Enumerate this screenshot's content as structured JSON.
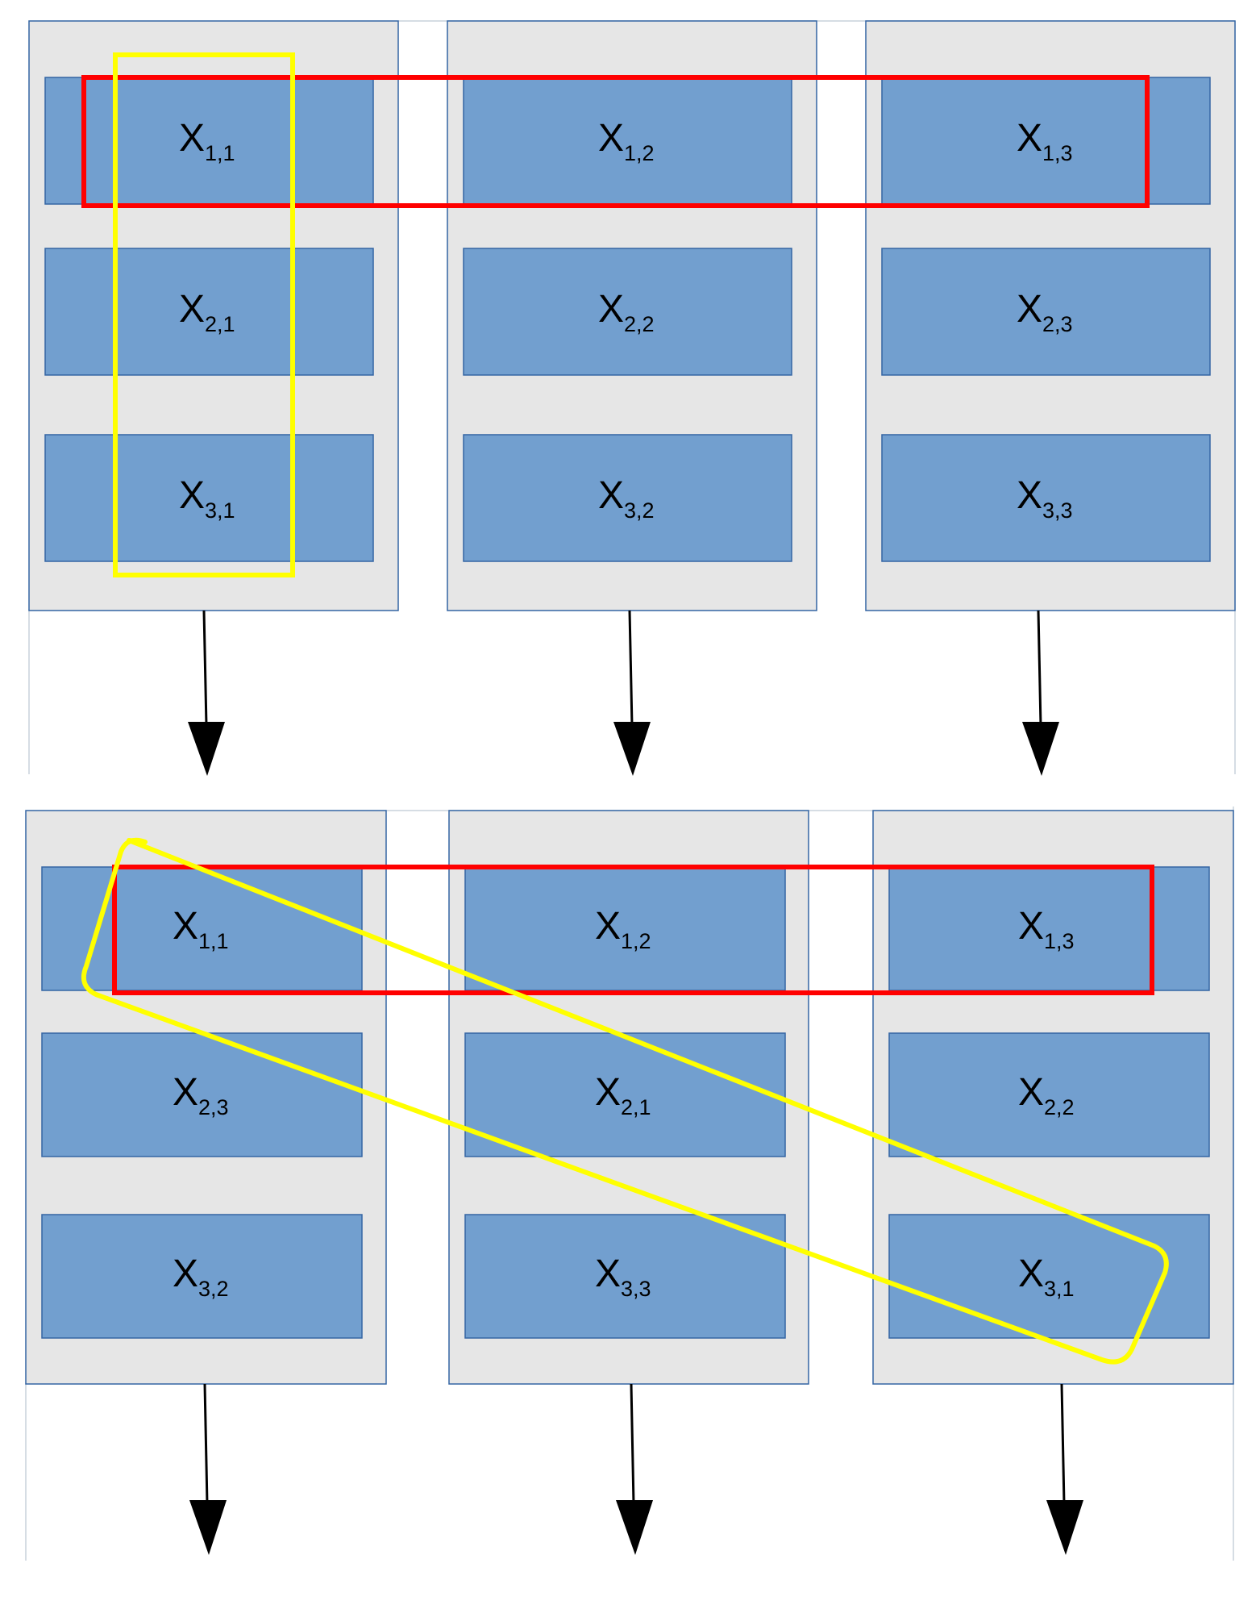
{
  "colors": {
    "panel_fill": "#e6e6e6",
    "panel_border": "#3465a4",
    "cell_fill": "#729fcf",
    "cell_border": "#3465a4",
    "red_highlight": "#ff0000",
    "yellow_highlight": "#ffff00",
    "arrow": "#000000",
    "guide_line": "#c8d2dc"
  },
  "top_grid": {
    "columns": [
      {
        "cells": [
          {
            "label": "X",
            "sub": "1,1"
          },
          {
            "label": "X",
            "sub": "2,1"
          },
          {
            "label": "X",
            "sub": "3,1"
          }
        ]
      },
      {
        "cells": [
          {
            "label": "X",
            "sub": "1,2"
          },
          {
            "label": "X",
            "sub": "2,2"
          },
          {
            "label": "X",
            "sub": "3,2"
          }
        ]
      },
      {
        "cells": [
          {
            "label": "X",
            "sub": "1,3"
          },
          {
            "label": "X",
            "sub": "2,3"
          },
          {
            "label": "X",
            "sub": "3,3"
          }
        ]
      }
    ],
    "highlights": {
      "red": "first row across all columns",
      "yellow": "first column, vertical"
    }
  },
  "bottom_grid": {
    "columns": [
      {
        "cells": [
          {
            "label": "X",
            "sub": "1,1"
          },
          {
            "label": "X",
            "sub": "2,3"
          },
          {
            "label": "X",
            "sub": "3,2"
          }
        ]
      },
      {
        "cells": [
          {
            "label": "X",
            "sub": "1,2"
          },
          {
            "label": "X",
            "sub": "2,1"
          },
          {
            "label": "X",
            "sub": "3,3"
          }
        ]
      },
      {
        "cells": [
          {
            "label": "X",
            "sub": "1,3"
          },
          {
            "label": "X",
            "sub": "2,2"
          },
          {
            "label": "X",
            "sub": "3,1"
          }
        ]
      }
    ],
    "highlights": {
      "red": "first row across all columns",
      "yellow": "diagonal from X1,1 to X3,1"
    }
  }
}
